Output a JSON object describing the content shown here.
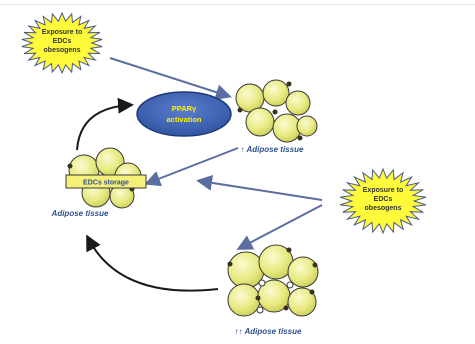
{
  "starburst_top": {
    "line1": "Exposure to",
    "line2": "EDCs",
    "line3": "obesogens"
  },
  "starburst_right": {
    "line1": "Exposure to",
    "line2": "EDCs",
    "line3": "obesogens"
  },
  "ppar_ellipse": {
    "line1": "PPARγ",
    "line2": "activation"
  },
  "storage_box": "EDCs storage",
  "adipose_left": "Adipose tissue",
  "adipose_top": "↑ Adipose tissue",
  "adipose_bottom": "↑↑ Adipose tissue",
  "colors": {
    "starburst_fill": "#fffb3a",
    "starburst_stroke": "#4a5a8a",
    "cell_fill": "#eef08a",
    "cell_stroke": "#3a3a3a",
    "ellipse_fill": "#3f63b6",
    "ellipse_text": "#fff200",
    "arrow": "#5a6fa0",
    "label_text": "#2f4f8f"
  }
}
